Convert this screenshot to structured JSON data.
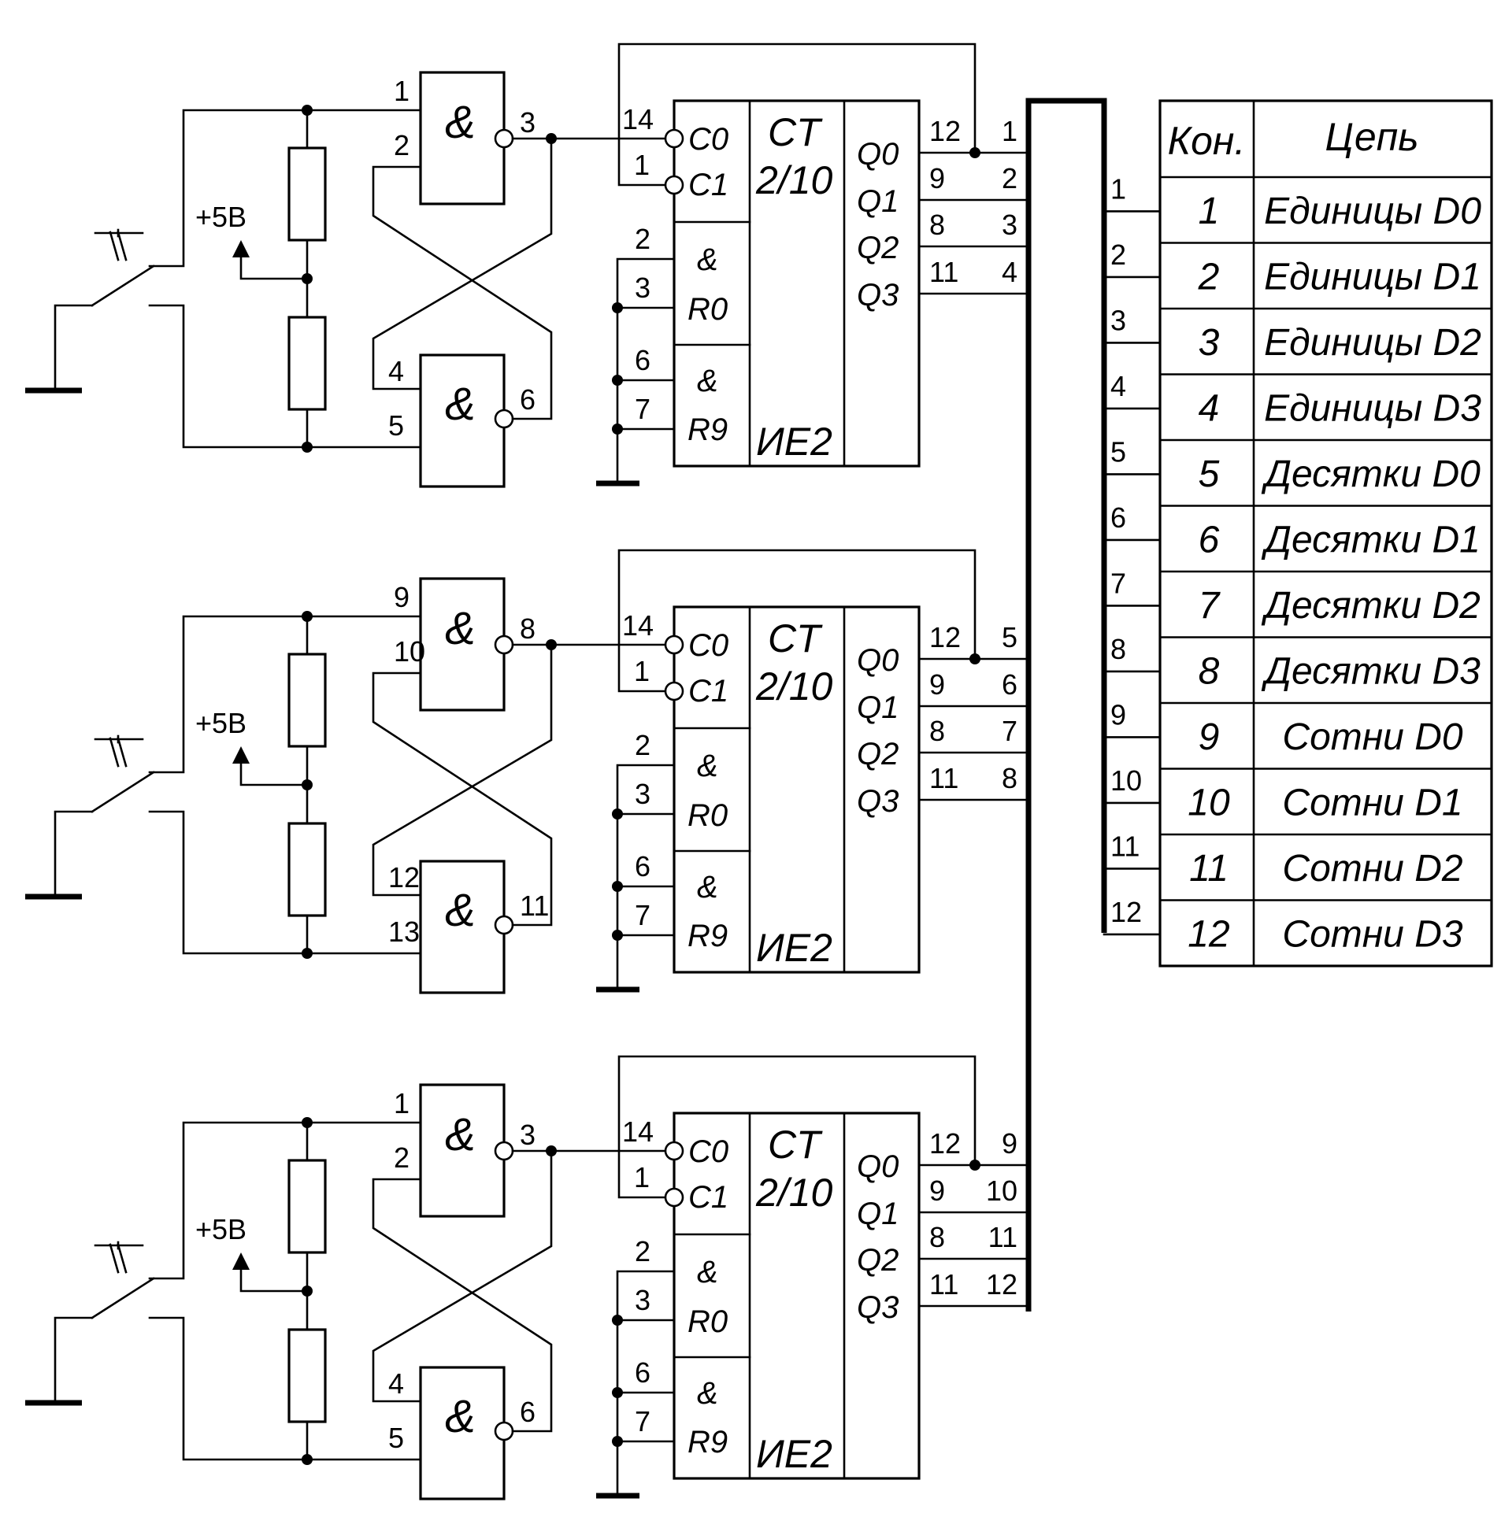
{
  "supply": "+5В",
  "gate_symbol": "&",
  "counter": {
    "title": "CT",
    "mode": "2/10",
    "part": "ИЕ2",
    "inputs": [
      "C0",
      "C1"
    ],
    "reset_labels": [
      "R0",
      "R9"
    ],
    "outputs": [
      "Q0",
      "Q1",
      "Q2",
      "Q3"
    ],
    "clock_pins": [
      "14",
      "1"
    ],
    "reset_pins": [
      "2",
      "3",
      "6",
      "7"
    ],
    "output_pins": [
      "12",
      "9",
      "8",
      "11"
    ]
  },
  "channels": [
    {
      "gate_pins": [
        "1",
        "2",
        "3",
        "4",
        "5",
        "6"
      ],
      "bus_lines": [
        "1",
        "2",
        "3",
        "4"
      ]
    },
    {
      "gate_pins": [
        "9",
        "10",
        "8",
        "12",
        "13",
        "11"
      ],
      "bus_lines": [
        "5",
        "6",
        "7",
        "8"
      ]
    },
    {
      "gate_pins": [
        "1",
        "2",
        "3",
        "4",
        "5",
        "6"
      ],
      "bus_lines": [
        "9",
        "10",
        "11",
        "12"
      ]
    }
  ],
  "connector_table": {
    "headers": [
      "Кон.",
      "Цепь"
    ],
    "rows": [
      {
        "pin": "1",
        "net": "Единицы D0"
      },
      {
        "pin": "2",
        "net": "Единицы D1"
      },
      {
        "pin": "3",
        "net": "Единицы D2"
      },
      {
        "pin": "4",
        "net": "Единицы D3"
      },
      {
        "pin": "5",
        "net": "Десятки D0"
      },
      {
        "pin": "6",
        "net": "Десятки D1"
      },
      {
        "pin": "7",
        "net": "Десятки D2"
      },
      {
        "pin": "8",
        "net": "Десятки D3"
      },
      {
        "pin": "9",
        "net": "Сотни D0"
      },
      {
        "pin": "10",
        "net": "Сотни D1"
      },
      {
        "pin": "11",
        "net": "Сотни D2"
      },
      {
        "pin": "12",
        "net": "Сотни D3"
      }
    ]
  }
}
